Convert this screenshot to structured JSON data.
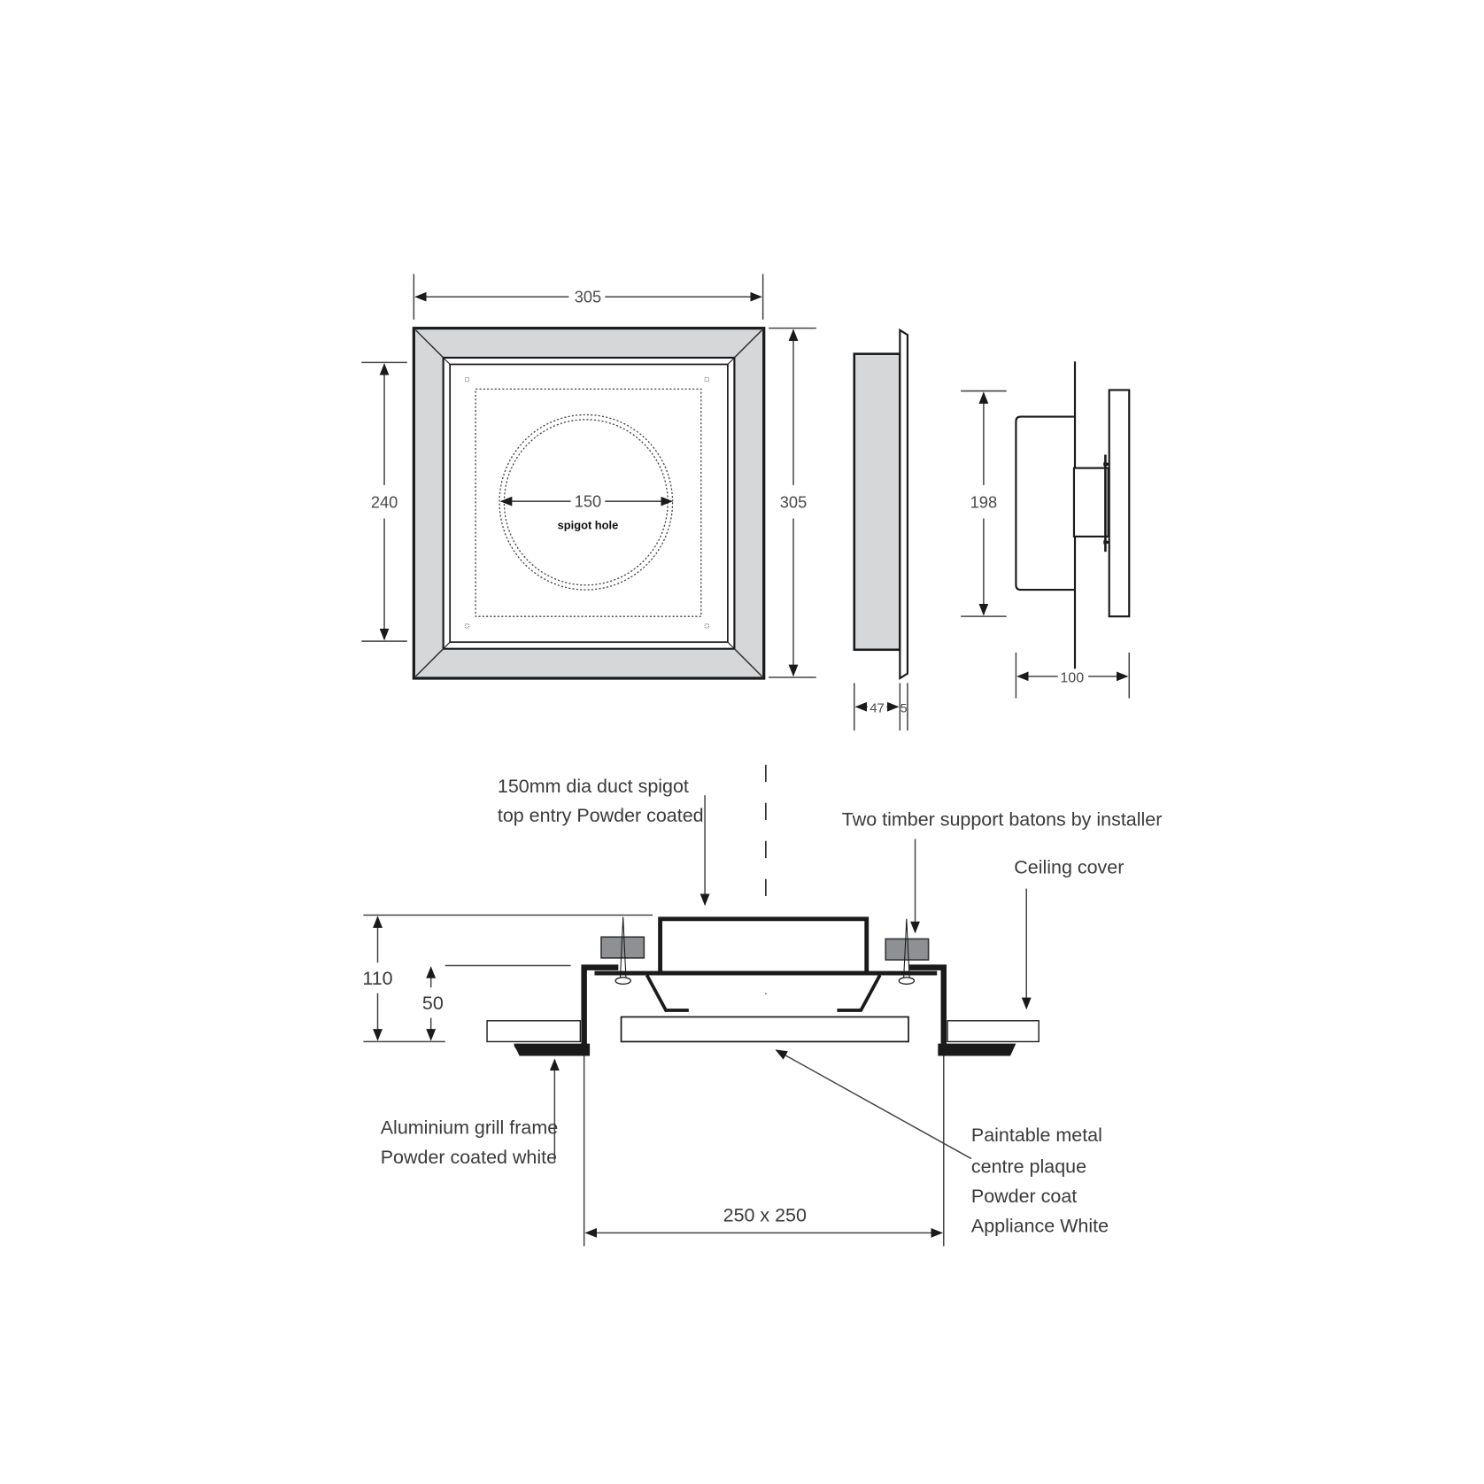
{
  "front_view": {
    "width_label": "305",
    "height_label": "305",
    "inner_height_label": "240",
    "spigot_diameter_label": "150",
    "spigot_caption": "spigot hole"
  },
  "side_view": {
    "depth_label": "47",
    "flange_label": "5"
  },
  "install_view": {
    "height_label": "198",
    "depth_label": "100"
  },
  "section_view": {
    "overall_height_label": "110",
    "spigot_height_label": "50",
    "opening_label": "250 x 250",
    "callouts": {
      "spigot_line1": "150mm dia duct spigot",
      "spigot_line2": "top entry Powder coated",
      "batons": "Two timber support batons by installer",
      "ceiling": "Ceiling cover",
      "frame_line1": "Aluminium grill frame",
      "frame_line2": "Powder coated white",
      "plaque_line1": "Paintable metal",
      "plaque_line2": "centre plaque",
      "plaque_line3": "Powder coat",
      "plaque_line4": "Appliance White"
    }
  },
  "colors": {
    "frame_fill": "#d6d7d9",
    "baton_fill": "#8f9093",
    "line": "#1a1a1a"
  }
}
